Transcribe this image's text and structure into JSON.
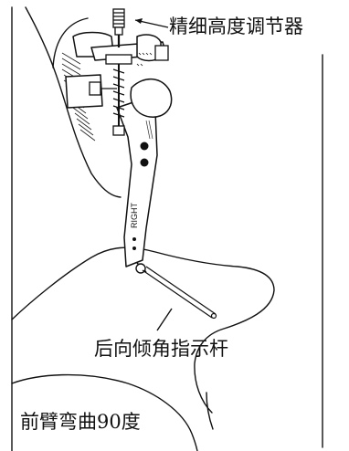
{
  "annotations": {
    "fine_adjuster": "精细高度调节器",
    "tilt_indicator_rod": "后向倾角指示杆",
    "forearm_flexion": "前臂弯曲90度"
  },
  "device_markings": {
    "side": "RIGHT"
  },
  "colors": {
    "line": "#111111",
    "background": "#ffffff"
  }
}
